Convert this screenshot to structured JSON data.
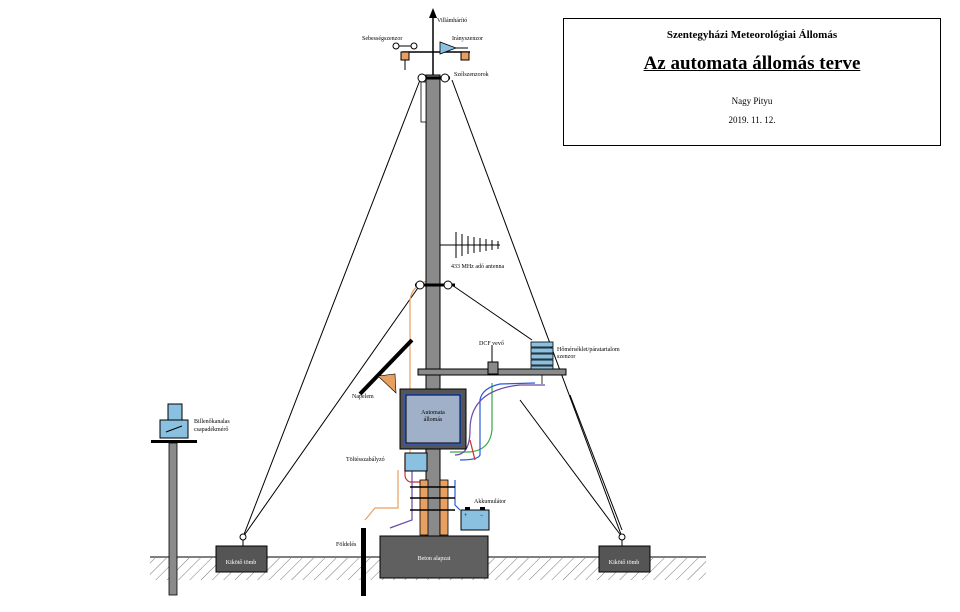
{
  "title_block": {
    "organization": "Szentegyházi Meteorológiai Állomás",
    "title": "Az automata állomás terve",
    "author": "Nagy Pityu",
    "date": "2019. 11. 12."
  },
  "labels": {
    "lightning_rod": "Villámhárító",
    "speed_sensor": "Sebességszenzor",
    "direction_sensor": "Irányszenzor",
    "wind_sensors": "Szélszenzorok",
    "antenna": "433 MHz adó antenna",
    "dcf": "DCF vevő",
    "temp_humidity_1": "Hőmérséklet/páratartalom",
    "temp_humidity_2": "szenzor",
    "solar_panel": "Napelem",
    "station_1": "Automata",
    "station_2": "állomás",
    "charge_controller": "Töltésszabályzó",
    "battery": "Akkumulátor",
    "rain_gauge_1": "Billenőkanalas",
    "rain_gauge_2": "csapadékmérő",
    "grounding": "Földelés",
    "concrete_base": "Beton alapzat",
    "anchor_left": "Kikötő tömb",
    "anchor_right": "Kikötő tömb"
  },
  "colors": {
    "mast": "#8a8a8a",
    "cable_orange": "#e8a060",
    "cable_purple": "#6a4aa8",
    "cable_green": "#3aa84a",
    "cable_blue": "#2a5ad8",
    "cable_red": "#c83232",
    "block_fill": "#555555",
    "concrete": "#606060"
  }
}
